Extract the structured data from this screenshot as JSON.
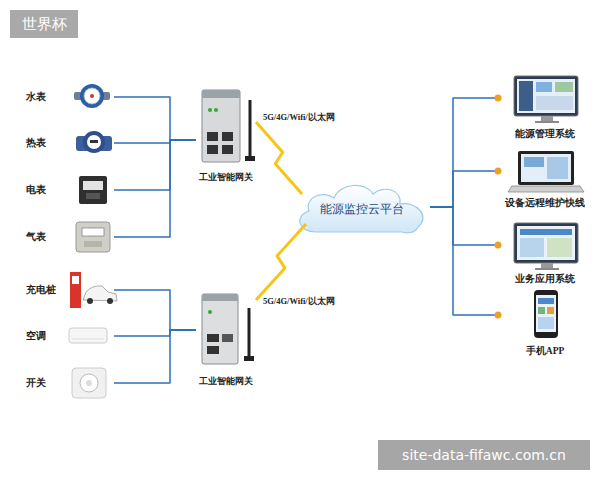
{
  "diagram": {
    "nodes": [
      {
        "text": [
          "水表"
        ]
      },
      {
        "text": [
          "热表"
        ]
      },
      {
        "text": [
          "电表"
        ]
      },
      {
        "text": [
          "气表"
        ]
      },
      {
        "text": [
          "充电桩"
        ]
      },
      {
        "text": [
          "空调"
        ]
      },
      {
        "text": [
          "开关"
        ]
      },
      {
        "text": [
          "工业智能网关"
        ]
      },
      {
        "text": [
          "工业智能网关"
        ]
      },
      {
        "text": [
          "能源监控云平台"
        ]
      },
      {
        "text": [
          "能源管理系统"
        ]
      },
      {
        "text": [
          "设备远程维护快线"
        ]
      },
      {
        "text": [
          "业务应用系统"
        ]
      },
      {
        "text": [
          "手机APP"
        ]
      }
    ],
    "edges": [
      {
        "from": 0,
        "to": 7,
        "arrow": "none"
      },
      {
        "from": 1,
        "to": 7,
        "arrow": "none"
      },
      {
        "from": 2,
        "to": 7,
        "arrow": "none"
      },
      {
        "from": 3,
        "to": 7,
        "arrow": "none"
      },
      {
        "from": 4,
        "to": 8,
        "arrow": "none"
      },
      {
        "from": 5,
        "to": 8,
        "arrow": "none"
      },
      {
        "from": 6,
        "to": 8,
        "arrow": "none"
      },
      {
        "from": 7,
        "to": 9,
        "label": "5G/4G/Wifi/以太网",
        "arrow": "none"
      },
      {
        "from": 8,
        "to": 9,
        "label": "5G/4G/Wifi/以太网",
        "arrow": "none"
      },
      {
        "from": 9,
        "to": 10,
        "arrow": "none"
      },
      {
        "from": 9,
        "to": 11,
        "arrow": "none"
      },
      {
        "from": 9,
        "to": 12,
        "arrow": "none"
      },
      {
        "from": 9,
        "to": 13,
        "arrow": "none"
      }
    ],
    "labels": [
      "世界杯",
      "site-data-fifawc.com.cn"
    ]
  }
}
